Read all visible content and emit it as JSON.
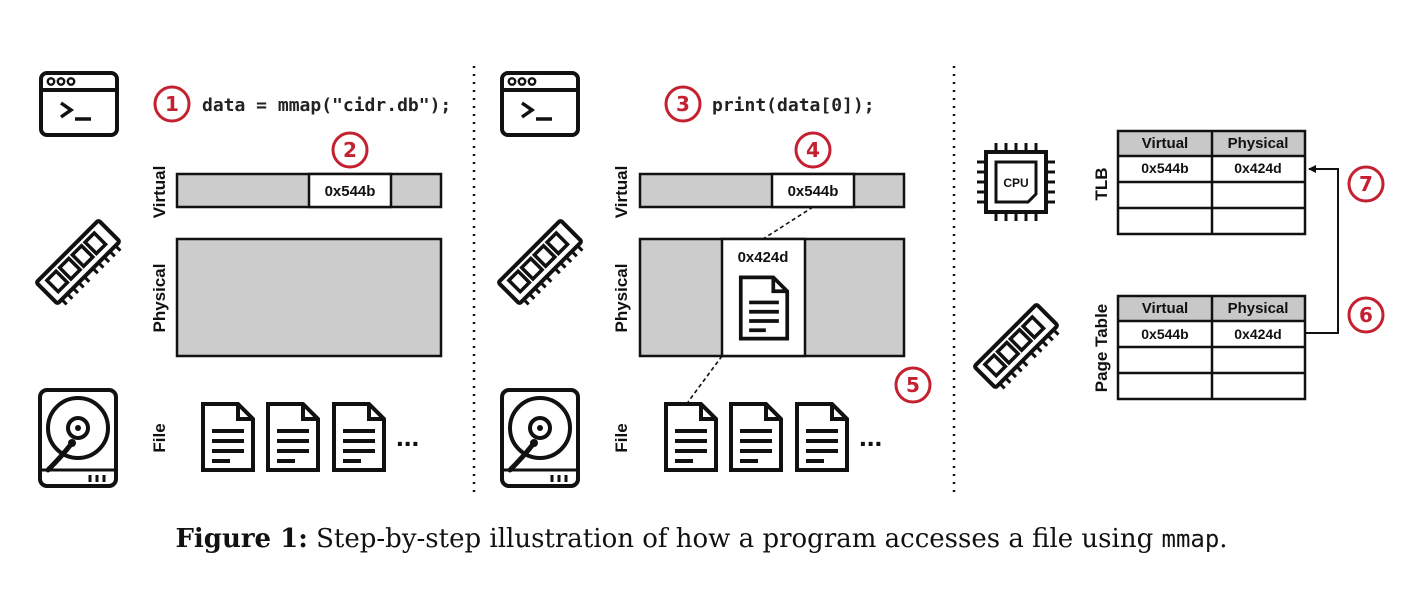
{
  "steps": [
    "1",
    "2",
    "3",
    "4",
    "5",
    "6",
    "7"
  ],
  "code": {
    "step1": "data = mmap(\"cidr.db\");",
    "step3": "print(data[0]);"
  },
  "row_labels": {
    "virtual": "Virtual",
    "physical": "Physical",
    "file": "File",
    "tlb": "TLB",
    "page_table": "Page Table"
  },
  "addresses": {
    "virtual": "0x544b",
    "physical": "0x424d"
  },
  "ellipsis": "...",
  "cpu_label": "CPU",
  "tlb": {
    "headers": [
      "Virtual",
      "Physical"
    ],
    "row": [
      "0x544b",
      "0x424d"
    ]
  },
  "page_table": {
    "headers": [
      "Virtual",
      "Physical"
    ],
    "row": [
      "0x544b",
      "0x424d"
    ]
  },
  "caption": {
    "label": "Figure 1:",
    "text": "Step-by-step illustration of how a program accesses a file using",
    "code": "mmap",
    "end": "."
  },
  "colors": {
    "accent": "#c42030",
    "region_fill": "#cccccc",
    "header_fill": "#c8c8c8"
  }
}
